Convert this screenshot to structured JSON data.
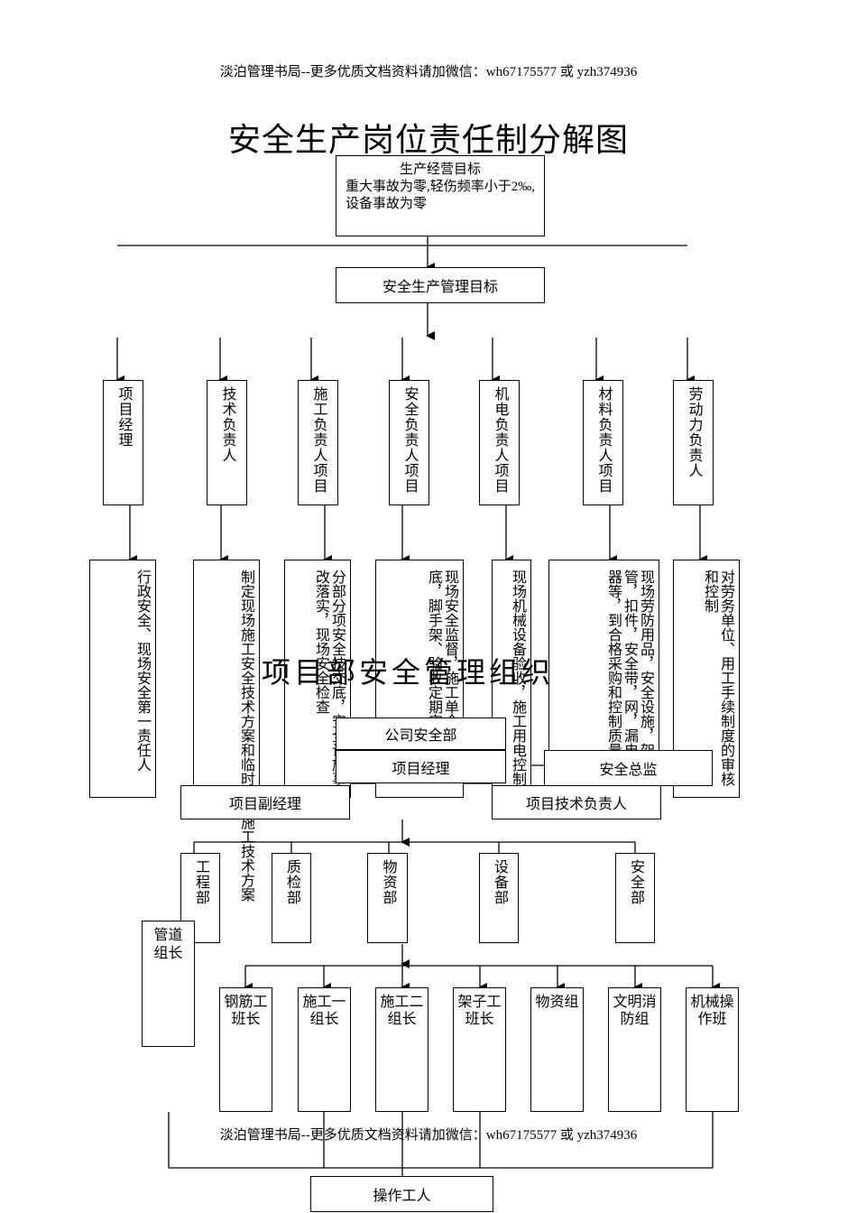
{
  "header_text": "淡泊管理书局--更多优质文档资料请加微信：wh67175577 或 yzh374936",
  "footer_text": "淡泊管理书局--更多优质文档资料请加微信：wh67175577 或 yzh374936",
  "title": "安全生产岗位责任制分解图",
  "goal_box": {
    "line1": "生产经营目标",
    "line2": "重大事故为零,轻伤频率小于2‰,设备事故为零"
  },
  "mgmt_goal": "安全生产管理目标",
  "roles": [
    "项目经理",
    "技术负责人",
    "施工负责人项目",
    "安全负责人项目",
    "机电负责人项目",
    "材料负责人项目",
    "劳动力负责人"
  ],
  "duties": [
    "行政安全、现场安全第一责任人",
    "制定现场施工安全技术方案和临时用电施工技术方案",
    "分部分项安全技交底，安全设施事改落实，现场安全检查",
    "现场安全监督，施工单全教育交底，脚手架、验收定期安全检查",
    "现场机械设备验收，施工用电控制",
    "现场劳防用品，安全设施，架用钢管，扣件，安全带，网，漏电保护器等，到合格采购和控制质量",
    "对劳务单位、用工手续制度的审核和控制"
  ],
  "ghost_text": "项目部安全管理组织",
  "org": {
    "company_safety": "公司安全部",
    "project_manager": "项目经理",
    "safety_director": "安全总监",
    "deputy_manager": "项目副经理",
    "tech_lead": "项目技术负责人"
  },
  "departments": [
    "工程部",
    "质检部",
    "物资部",
    "设备部",
    "安全部"
  ],
  "pipe_leader": "管道组长",
  "teams": [
    "钢筋工班长",
    "施工一组长",
    "施工二组长",
    "架子工班长",
    "物资组",
    "文明消防组",
    "机械操作班"
  ],
  "workers": "操作工人"
}
